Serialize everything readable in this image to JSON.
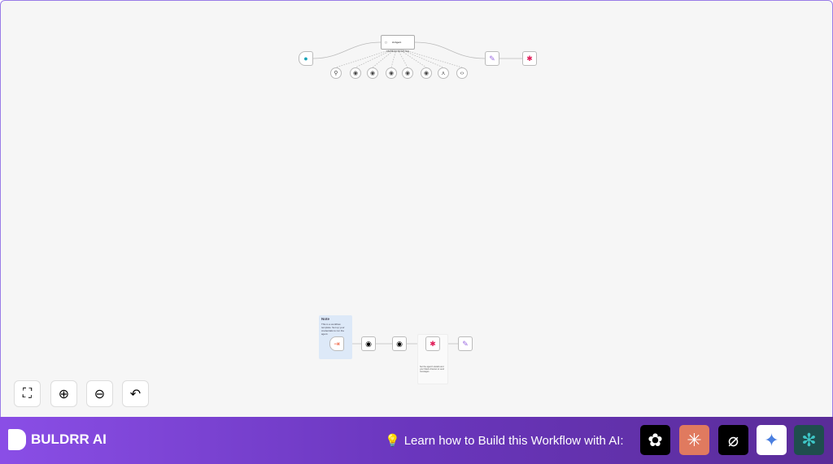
{
  "canvas": {
    "top_flow": {
      "agent_label": "AI Agent",
      "ports": "Chat Model  Memory  Tool"
    },
    "note": {
      "title": "Note",
      "text": "This is a workflow template. Set up your credentials to run the agent."
    },
    "sticky": {
      "text": "Set the agent's details and your Slack channel to send messages."
    }
  },
  "controls": {
    "fit": "fit-view",
    "zoom_in": "zoom-in",
    "zoom_out": "zoom-out",
    "undo": "undo"
  },
  "footer": {
    "brand": "BULDRR AI",
    "cta": "Learn how to Build this Workflow with AI:",
    "cta_icon": "💡",
    "ai_tools": [
      {
        "name": "chatgpt",
        "color": "#000000"
      },
      {
        "name": "claude",
        "color": "#e07a5f"
      },
      {
        "name": "grok",
        "color": "#000000"
      },
      {
        "name": "gemini",
        "color": "#ffffff"
      },
      {
        "name": "perplexity",
        "color": "#1f4e4e"
      }
    ]
  },
  "colors": {
    "accent": "#7b44d8"
  }
}
